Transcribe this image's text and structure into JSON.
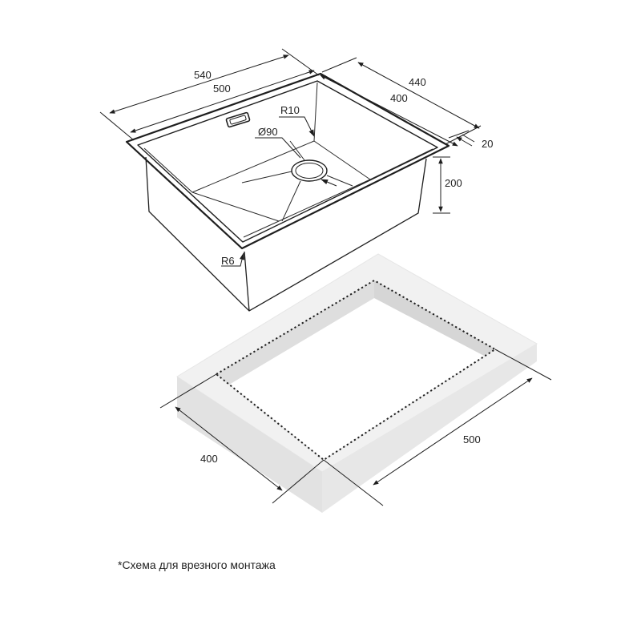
{
  "colors": {
    "line": "#1e1e1e",
    "thin_line": "#3a3a3a",
    "cutout_top": "#f1f1f1",
    "cutout_side": "#e2e2e2",
    "cutout_inner_wall": "#d9d9d9",
    "hatch": "#cccccc"
  },
  "icons": {
    "overflow": "overflow-slot-icon",
    "drain": "drain-hole-icon"
  },
  "sink": {
    "dims": {
      "width_outer": "540",
      "width_inner": "500",
      "depth_outer": "440",
      "depth_inner": "400",
      "rim": "20",
      "height": "200"
    },
    "radius_corner": "R10",
    "radius_edge": "R6",
    "drain_diameter": "Ø90"
  },
  "cutout": {
    "depth": "400",
    "width": "500"
  },
  "note": "*Схема для врезного монтажа"
}
